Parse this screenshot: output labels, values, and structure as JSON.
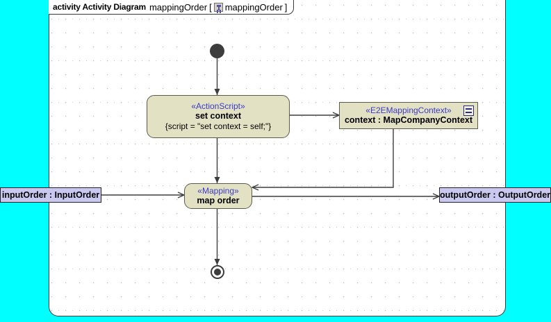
{
  "canvas": {
    "background_color": "#00ffff",
    "frame_background": "#ffffff",
    "grid": "dotted"
  },
  "header": {
    "keyword": "activity Activity Diagram",
    "name": "mappingOrder",
    "bracket_open": "[",
    "bracket_close": "]",
    "qualifier": "mappingOrder",
    "icon": "activity-diagram-icon"
  },
  "diagram": {
    "type": "uml-activity-diagram",
    "nodes": [
      {
        "id": "initial",
        "kind": "initial-node",
        "label": ""
      },
      {
        "id": "set-context",
        "kind": "action",
        "stereotype": "«ActionScript»",
        "name": "set context",
        "body": "{script = \"set context = self;\"}",
        "fill_color": "#e3e1c3",
        "stereotype_color": "#3a3ac8"
      },
      {
        "id": "context-object",
        "kind": "object-node",
        "stereotype": "«E2EMappingContext»",
        "name": "context : MapCompanyContext",
        "fill_color": "#e3e1c3",
        "icon": "datastore-icon"
      },
      {
        "id": "map-order",
        "kind": "action",
        "stereotype": "«Mapping»",
        "name": "map order",
        "fill_color": "#e3e1c3"
      },
      {
        "id": "input-order",
        "kind": "activity-parameter-node",
        "name": "inputOrder : InputOrder",
        "fill_color": "#c8c8f0"
      },
      {
        "id": "output-order",
        "kind": "activity-parameter-node",
        "name": "outputOrder : OutputOrder",
        "fill_color": "#c8c8f0"
      },
      {
        "id": "final",
        "kind": "activity-final-node",
        "label": ""
      }
    ],
    "edges": [
      {
        "from": "initial",
        "to": "set-context"
      },
      {
        "from": "set-context",
        "to": "context-object"
      },
      {
        "from": "set-context",
        "to": "map-order"
      },
      {
        "from": "context-object",
        "to": "map-order"
      },
      {
        "from": "input-order",
        "to": "map-order"
      },
      {
        "from": "map-order",
        "to": "output-order"
      },
      {
        "from": "map-order",
        "to": "final"
      }
    ]
  }
}
